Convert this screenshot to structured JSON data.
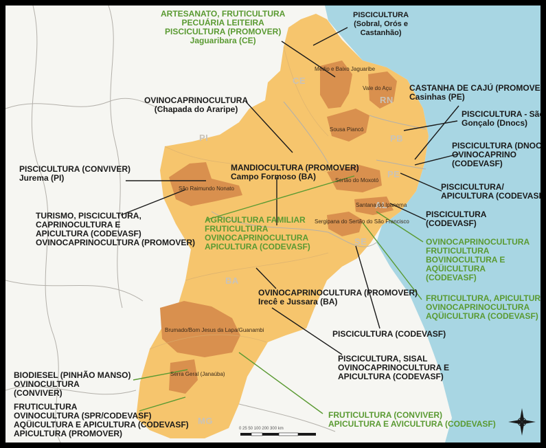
{
  "states": [
    "CE",
    "RN",
    "PB",
    "PE",
    "AL",
    "SE",
    "BA",
    "PI",
    "MG"
  ],
  "territories": {
    "medio_baixo_jaguaribe": "Médio e Baixo Jaguaribe",
    "vale_do_acu": "Vale do Açu",
    "sousa_piancu": "Sousa Piancó",
    "sertao_do_moxoto": "Sertão do Moxotó",
    "sao_raimundo_nonato": "São Raimundo Nonato",
    "santana_do_ipanema": "Santana do Ipanema",
    "sergipana_do_sertao": "Sergipana do Sertão do São Francisco",
    "brumado": "Brumado/Bom Jesus da Lapa/Guanambi",
    "serra_geral": "Serra Geral (Janaúba)"
  },
  "labels": {
    "artesanato": [
      "ARTESANATO, FRUTICULTURA",
      "PECUÁRIA LEITEIRA",
      "PISCICULTURA (PROMOVER)",
      "Jaguaribara (CE)"
    ],
    "piscicultura_sobral": [
      "PISCICULTURA",
      "(Sobral, Orós e",
      "Castanhão)"
    ],
    "ovino_araripe": [
      "OVINOCAPRINOCULTURA",
      "(Chapada do Araripe)"
    ],
    "castanha": [
      "CASTANHA DE CAJÚ (PROMOVER)",
      "Casinhas  (PE)"
    ],
    "piscicultura_sao_goncalo": [
      "PISCICULTURA - São",
      "Gonçalo (Dnocs)"
    ],
    "piscicultura_dnocs": [
      "PISCICULTURA (DNOCS)",
      "OVINOCAPRINO",
      "(CODEVASF)"
    ],
    "piscicultura_conviver": [
      "PISCICULTURA (CONVIVER)",
      "Jurema  (PI)"
    ],
    "mandiocultura": [
      "MANDIOCULTURA (PROMOVER)",
      "Campo Formoso (BA)"
    ],
    "piscicultura_apicultura": [
      "PISCICULTURA/",
      "APICULTURA (CODEVASF)"
    ],
    "turismo": [
      "TURISMO, PISCICULTURA,",
      "CAPRINOCULTURA E",
      "APICULTURA (CODEVASF)",
      "OVINOCAPRINOCULTURA (PROMOVER)"
    ],
    "agricultura_familiar": [
      "AGRICULTURA FAMILIAR",
      "FRUTICULTURA",
      "OVINOCAPRINOCULTURA",
      "APICULTURA (CODEVASF)"
    ],
    "piscicultura_codevasf_1": [
      "PISCICULTURA",
      "(CODEVASF)"
    ],
    "ovino_fruti_bovino": [
      "OVINOCAPRINOCULTURA",
      "FRUTICULTURA",
      "BOVINOCULTURA E",
      "AQÜICULTURA",
      "(CODEVASF)"
    ],
    "ovino_irece": [
      "OVINOCAPRINOCULTURA (PROMOVER)",
      "Irecê e Jussara (BA)"
    ],
    "fruti_apicultura": [
      "FRUTICULTURA, APICULTURA",
      "OVINOCAPRINOCULTURA",
      "AQÜICULTURA (CODEVASF)"
    ],
    "piscicultura_codevasf_2": [
      "PISCICULTURA (CODEVASF)"
    ],
    "piscicultura_sisal": [
      "PISCICULTURA, SISAL",
      "OVINOCAPRINOCULTURA E",
      "APICULTURA (CODEVASF)"
    ],
    "biodiesel": [
      "BIODIESEL (PINHÃO MANSO)",
      "OVINOCULTURA",
      "(CONVIVER)"
    ],
    "fruticultura_spr": [
      "FRUTICULTURA",
      "OVINOCULTURA (SPR/CODEVASF)",
      "AQÜICULTURA E APICULTURA (CODEVASF)",
      "APICULTURA (PROMOVER)"
    ],
    "fruticultura_conviver": [
      "FRUTICULTURA (CONVIVER)",
      "APICULTURA E AVICULTURA (CODEVASF)"
    ]
  },
  "scale_label": "0  25  50     100     200     300 km",
  "icons": [
    "compass-rose-icon"
  ],
  "colors": {
    "ocean": "#a8d6e3",
    "semiarid": "#f6c56d",
    "territory": "#d9904e",
    "land": "#f6f6f2",
    "green_label": "#5a9a32"
  }
}
